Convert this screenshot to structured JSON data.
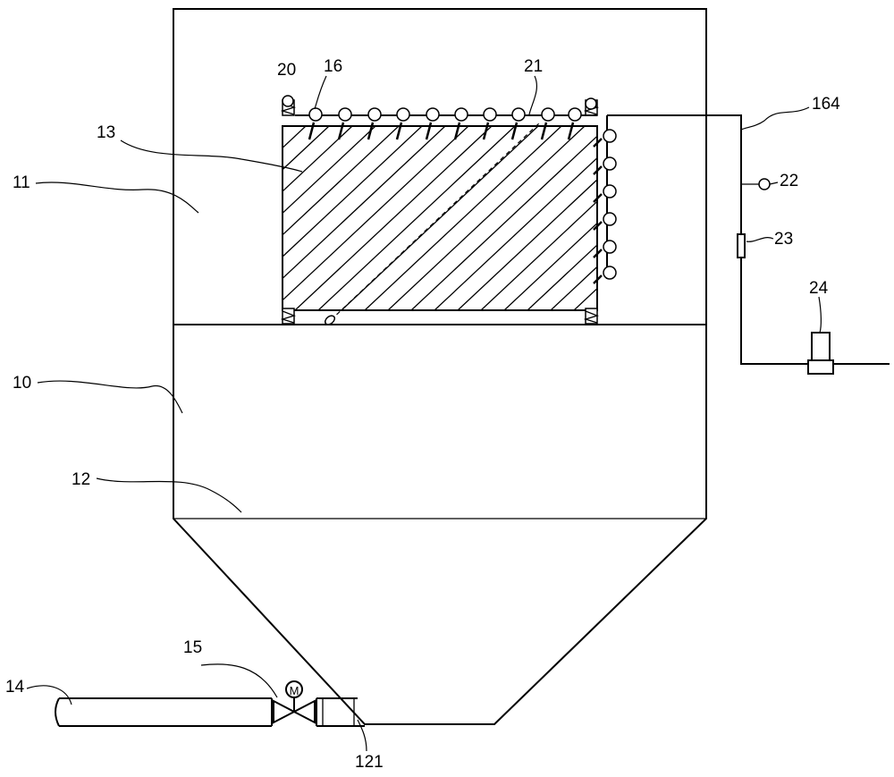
{
  "colors": {
    "line": "#000000",
    "background": "#ffffff"
  },
  "labels": {
    "l10": "10",
    "l11": "11",
    "l12": "12",
    "l13": "13",
    "l14": "14",
    "l15": "15",
    "l16": "16",
    "l20": "20",
    "l21": "21",
    "l22": "22",
    "l23": "23",
    "l24": "24",
    "l121": "121",
    "l164": "164"
  },
  "valve_symbol": "M"
}
